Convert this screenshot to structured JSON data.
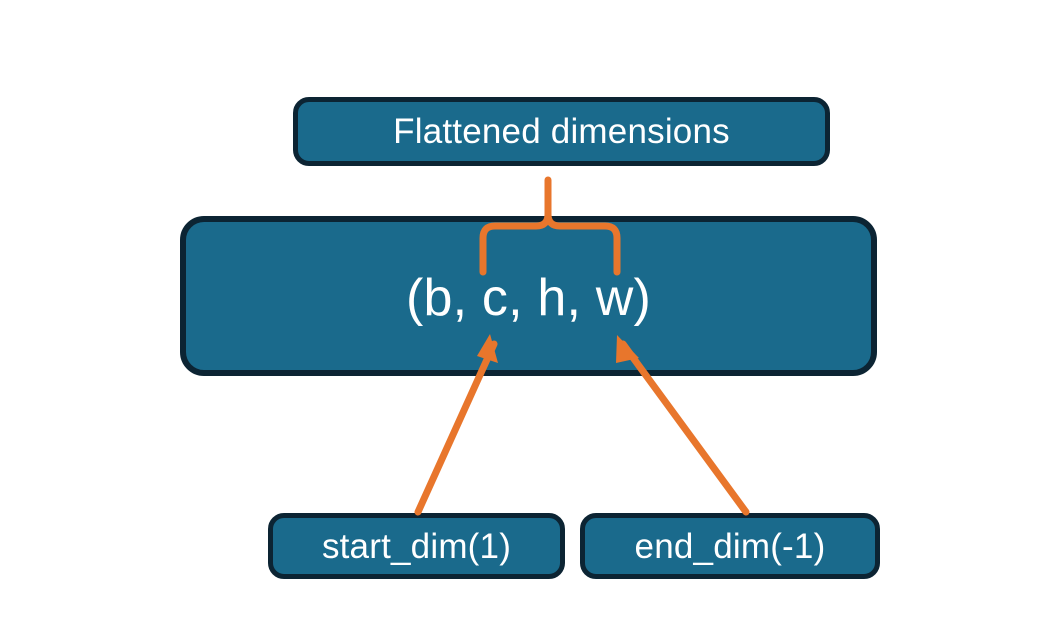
{
  "diagram": {
    "title_node": {
      "label": "Flattened dimensions",
      "name": "flattened-dimensions-box"
    },
    "shape_node": {
      "label": "(b, c, h, w)",
      "name": "tensor-shape-box"
    },
    "start_dim_node": {
      "label": "start_dim(1)",
      "name": "start-dim-box"
    },
    "end_dim_node": {
      "label": "end_dim(-1)",
      "name": "end-dim-box"
    },
    "connectors": {
      "brace_label": "brace-connector",
      "start_arrow_label": "start-dim-arrow",
      "end_arrow_label": "end-dim-arrow"
    },
    "colors": {
      "box_fill": "#1a6a8c",
      "box_border": "#0c2433",
      "accent_orange": "#e8762c",
      "text": "#ffffff",
      "background": "#ffffff"
    }
  }
}
